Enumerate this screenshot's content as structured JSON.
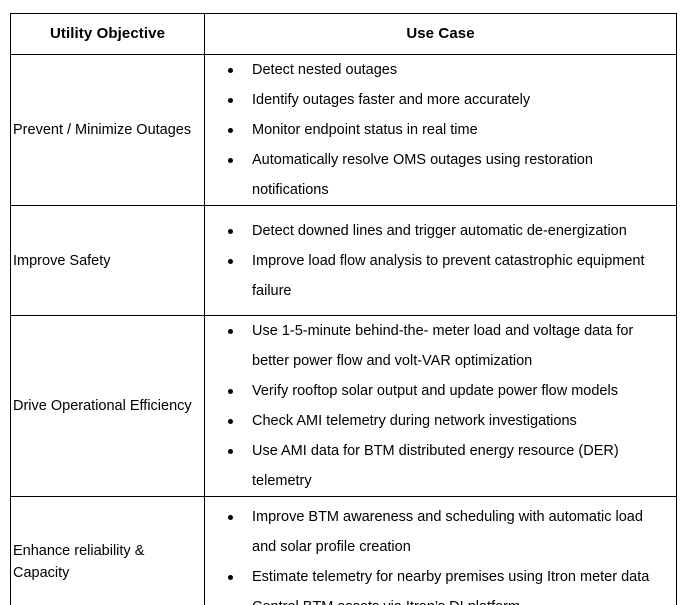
{
  "table": {
    "headers": {
      "objective": "Utility Objective",
      "use_case": "Use Case"
    },
    "rows": [
      {
        "objective": "Prevent / Minimize Outages",
        "use_cases": [
          "Detect nested outages",
          "Identify outages faster and more accurately",
          "Monitor endpoint status in real time",
          "Automatically resolve OMS outages using restoration notifications"
        ]
      },
      {
        "objective": "Improve Safety",
        "use_cases": [
          "Detect downed lines and trigger automatic de-energization",
          "Improve load flow analysis to prevent catastrophic equipment failure"
        ]
      },
      {
        "objective": "Drive Operational Efficiency",
        "use_cases": [
          "Use 1-5-minute behind-the- meter load and voltage data for better power flow and volt-VAR optimization",
          "Verify rooftop solar output and update power flow models",
          "Check AMI telemetry during network investigations",
          "Use AMI data for BTM distributed energy resource (DER) telemetry"
        ]
      },
      {
        "objective": "Enhance reliability & Capacity",
        "use_cases": [
          "Improve BTM awareness and scheduling with automatic load and solar profile creation",
          "Estimate telemetry for nearby premises using Itron meter data",
          "Control BTM assets via Itron’s DI platform"
        ]
      }
    ]
  },
  "colors": {
    "border": "#000000",
    "text": "#000000",
    "background": "#ffffff"
  }
}
